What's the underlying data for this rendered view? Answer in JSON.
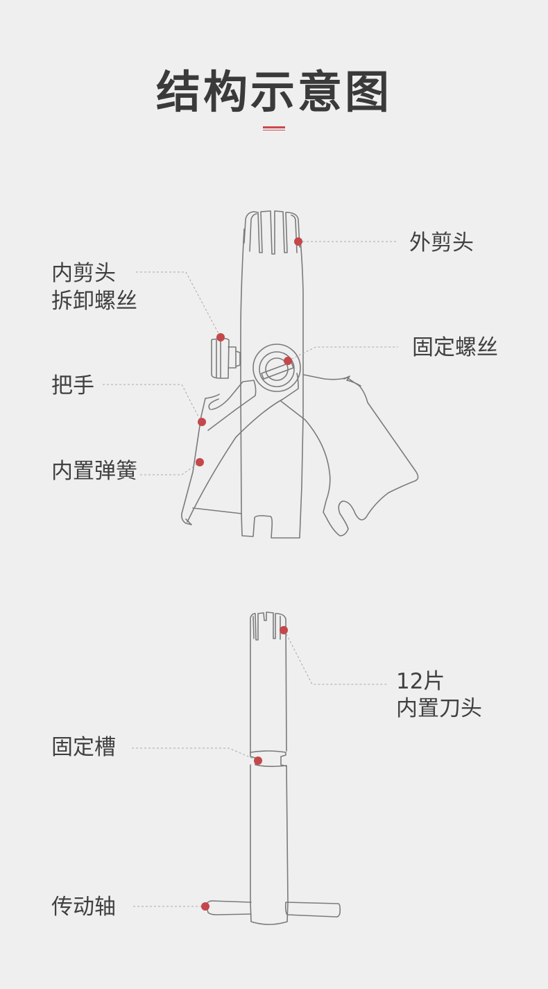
{
  "title": "结构示意图",
  "accent_color": "#c4474a",
  "diagram1": {
    "labels": {
      "outer_cutter_head": "外剪头",
      "inner_cutter_screw_line1": "内剪头",
      "inner_cutter_screw_line2": "拆卸螺丝",
      "fixing_screw": "固定螺丝",
      "handle": "把手",
      "built_in_spring": "内置弹簧"
    }
  },
  "diagram2": {
    "labels": {
      "blades_line1": "12片",
      "blades_line2": "内置刀头",
      "fixing_groove": "固定槽",
      "drive_shaft": "传动轴"
    }
  }
}
